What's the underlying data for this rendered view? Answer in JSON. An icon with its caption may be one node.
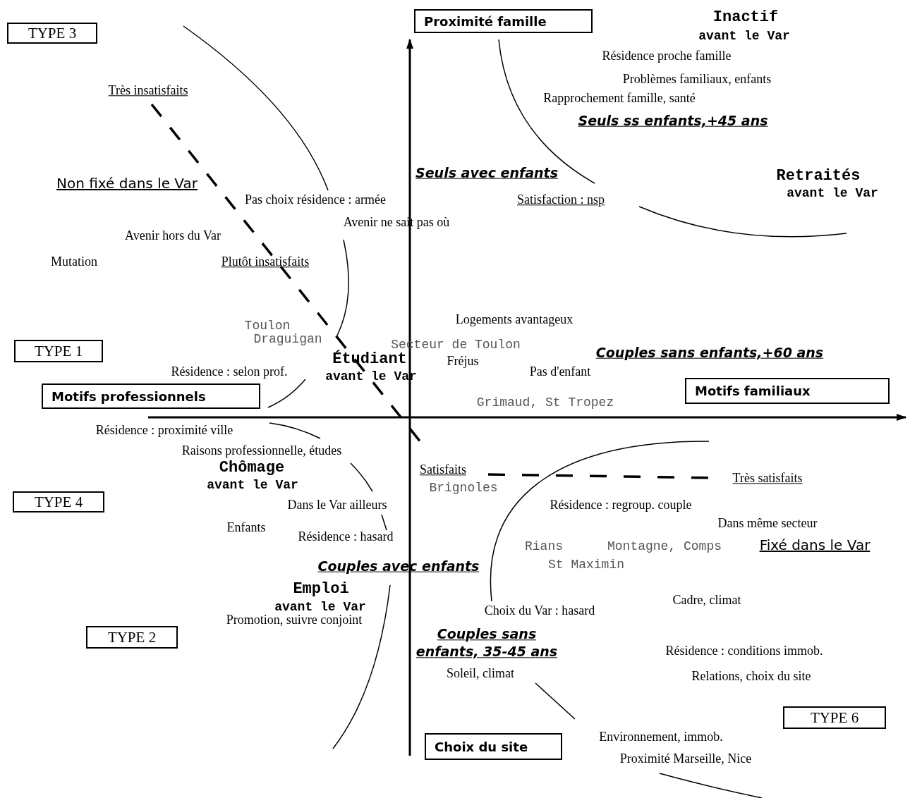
{
  "diagram": {
    "nodes": [
      {
        "text": [
          "TYPE 3"
        ]
      },
      {
        "text": [
          "Proximité famille"
        ]
      },
      {
        "text": [
          "TYPE 1"
        ]
      },
      {
        "text": [
          "Motifs professionnels"
        ]
      },
      {
        "text": [
          "Motifs familiaux"
        ]
      },
      {
        "text": [
          "TYPE 4"
        ]
      },
      {
        "text": [
          "TYPE 2"
        ]
      },
      {
        "text": [
          "Choix du site"
        ]
      },
      {
        "text": [
          "TYPE 6"
        ]
      }
    ],
    "labels": [
      "Inactif",
      "avant le Var",
      "Résidence proche famille",
      "Problèmes familiaux, enfants",
      "Très insatisfaits",
      "Rapprochement famille, santé",
      "Seuls ss enfants,+45 ans",
      "Seuls avec enfants",
      "Retraités",
      "Non fixé dans le Var",
      "avant le Var",
      "Pas choix résidence : armée",
      "Satisfaction : nsp",
      "Avenir ne sait pas où",
      "Avenir hors du Var",
      "Mutation",
      "Plutôt insatisfaits",
      "Logements avantageux",
      "Toulon",
      "Draguigan",
      "Secteur de Toulon",
      "Couples sans enfants,+60 ans",
      "Étudiant",
      "Fréjus",
      "Résidence : selon prof.",
      "Pas d'enfant",
      "avant le Var",
      "Grimaud, St Tropez",
      "Résidence : proximité ville",
      "Raisons professionnelle, études",
      "Chômage",
      "Satisfaits",
      "Très satisfaits",
      "avant le Var",
      "Brignoles",
      "Résidence : regroup. couple",
      "Dans le Var ailleurs",
      "Dans même secteur",
      "Enfants",
      "Résidence : hasard",
      "Rians",
      "Montagne, Comps",
      "Fixé dans le Var",
      "St Maximin",
      "Couples avec enfants",
      "Emploi",
      "Cadre, climat",
      "avant le Var",
      "Choix du Var : hasard",
      "Promotion, suivre conjoint",
      "Couples sans enfants, 35-45 ans",
      "Résidence : conditions immob.",
      "Soleil, climat",
      "Relations, choix du site",
      "Environnement, immob.",
      "Proximité Marseille, Nice"
    ]
  }
}
